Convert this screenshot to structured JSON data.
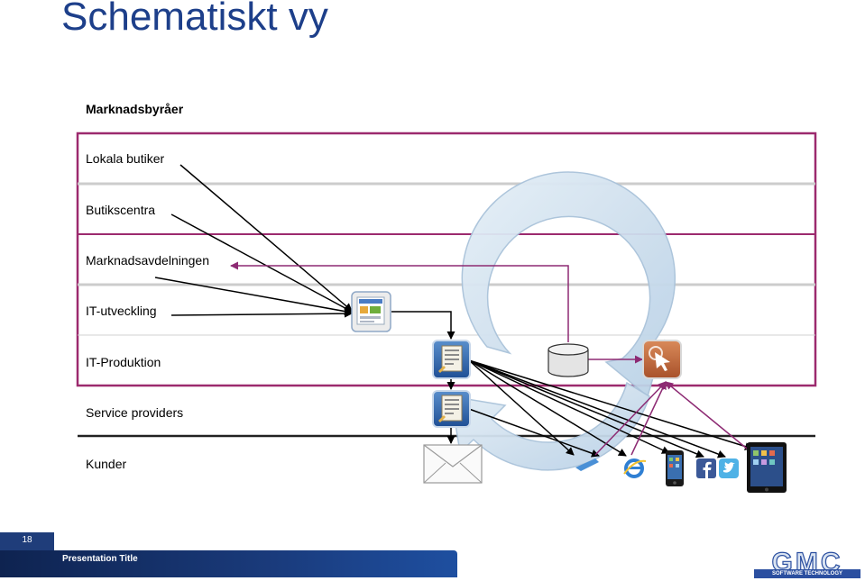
{
  "slide": {
    "title": "Schematiskt vy",
    "page_number": "18",
    "footer_title": "Presentation Title"
  },
  "lanes": [
    "Marknadsbyråer",
    "Lokala butiker",
    "Butikscentra",
    "Marknadsavdelningen",
    "IT-utveckling",
    "IT-Produktion",
    "Service providers",
    "Kunder"
  ],
  "logo": {
    "text": "GMC",
    "subtitle": "SOFTWARE TECHNOLOGY"
  },
  "icons": {
    "cms_editor": "cms-editor-icon",
    "template": "template-document-icon",
    "database": "database-icon",
    "touch_app": "touch-app-icon",
    "email": "email-icon",
    "browser": "internet-explorer-icon",
    "phone": "smartphone-icon",
    "facebook": "facebook-icon",
    "twitter": "twitter-icon",
    "tablet": "tablet-icon"
  },
  "colors": {
    "title": "#1d3f8a",
    "lane_border": "#9c2a6e",
    "cycle_arrow": "#cfe0ee",
    "purple_arrow": "#8d2a73"
  }
}
